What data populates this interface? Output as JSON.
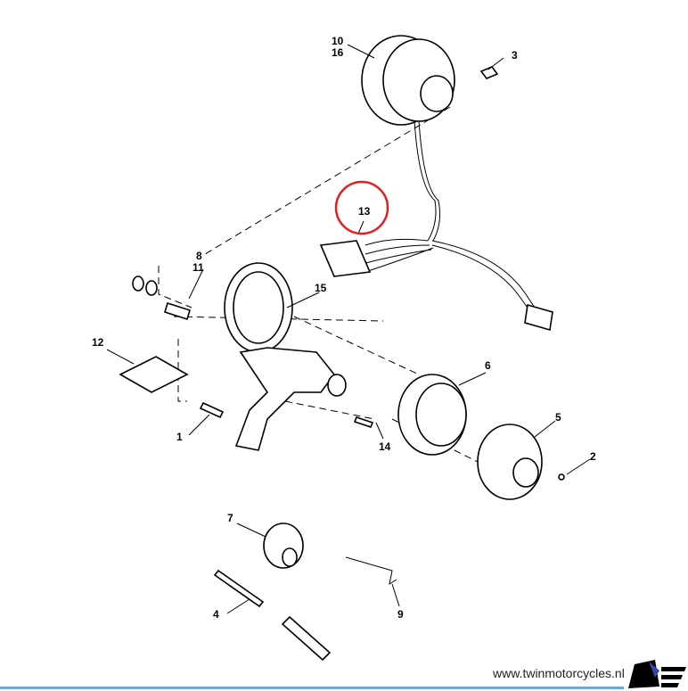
{
  "diagram": {
    "callouts": [
      "10",
      "16",
      "3",
      "13",
      "8",
      "11",
      "15",
      "12",
      "6",
      "5",
      "2",
      "1",
      "14",
      "7",
      "4",
      "9"
    ],
    "highlighted_callout": "13",
    "highlight_color": "#e02020"
  },
  "footer": {
    "website": "www.twinmotorcycles.nl",
    "logo": "twinmotorcycles-logo"
  }
}
